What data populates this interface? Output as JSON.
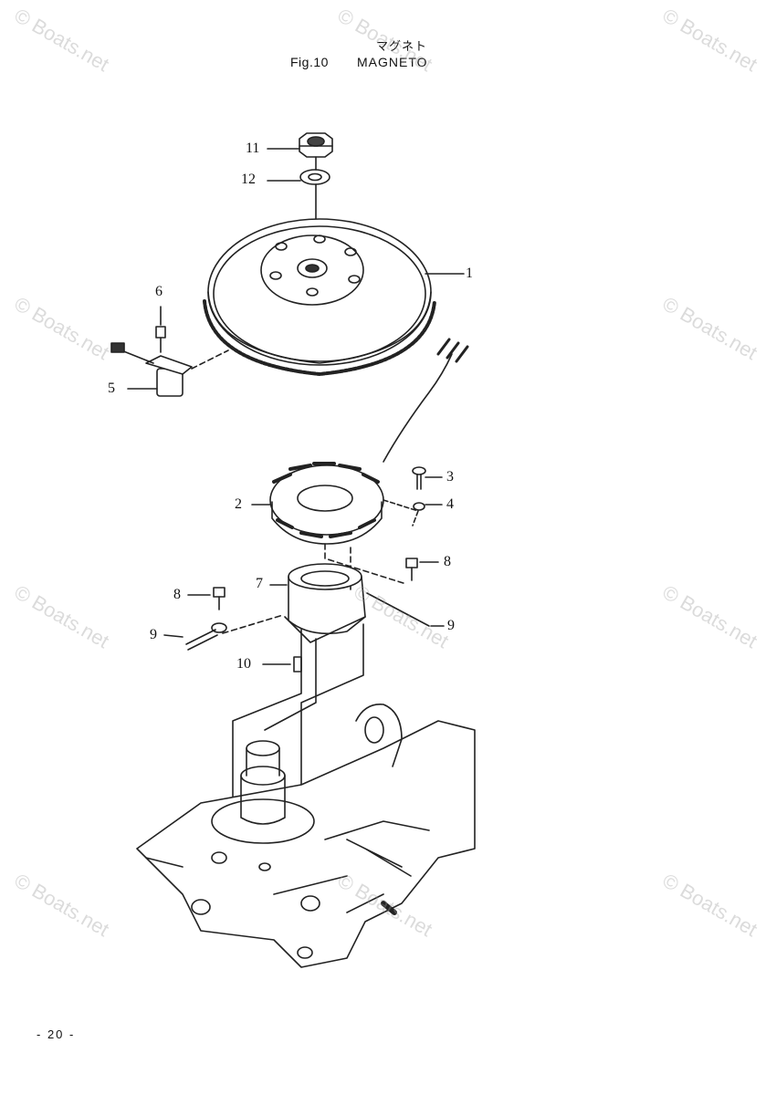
{
  "title": {
    "japanese": "マグネト",
    "figure": "Fig.10",
    "name": "MAGNETO"
  },
  "callouts": [
    "11",
    "12",
    "1",
    "6",
    "5",
    "3",
    "4",
    "2",
    "8",
    "7",
    "8",
    "9",
    "9",
    "10"
  ],
  "page_number": "- 20 -",
  "watermark": "© Boats.net"
}
